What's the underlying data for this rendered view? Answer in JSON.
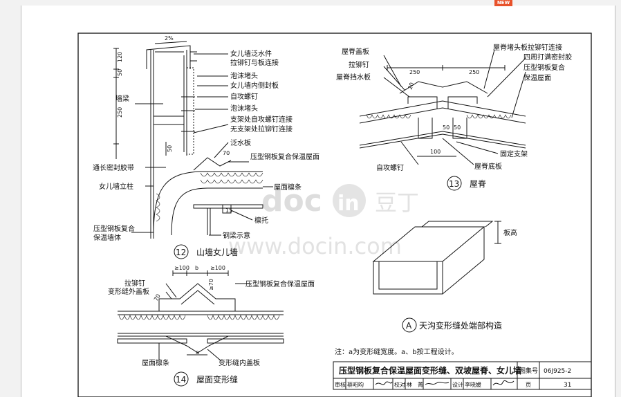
{
  "viewer": {
    "badge": "NEW"
  },
  "watermark": {
    "brand_latin": "doc",
    "brand_in": "in",
    "brand_cn": "豆丁",
    "url": "www.docin.com"
  },
  "detail12": {
    "number": "12",
    "title": "山墙女儿墙",
    "slope": "2%",
    "labels": {
      "flashing": "女儿墙泛水件",
      "rivet_conn": "拉铆钉与板连接",
      "foam_plug1": "泡沫堵头",
      "inner_seal": "女儿墙内侧封板",
      "self_screw": "自攻螺钉",
      "foam_plug2": "泡沫堵头",
      "wall_beam": "墙梁",
      "bracket_screw": "支架处自攻螺钉连接",
      "no_bracket_rivet": "无支架处拉铆钉连接",
      "flashing_board": "泛水板",
      "roof_panel": "压型钢板复合保温屋面",
      "sealant_tape": "通长密封胶带",
      "parapet_post": "女儿墙立柱",
      "purlin": "屋面檩条",
      "purlin_support": "檩托",
      "steel_beam": "钢梁示意",
      "wall_panel_a": "压型钢板复合",
      "wall_panel_b": "保温墙体"
    },
    "dims": {
      "d120": "120",
      "d50a": "50",
      "d250": "250",
      "d50b": "50",
      "d70": "70",
      "d15": "15"
    }
  },
  "detail13": {
    "number": "13",
    "title": "屋脊",
    "labels": {
      "ridge_cover": "屋脊盖板",
      "rivet": "拉铆钉",
      "ridge_stop": "屋脊挡水板",
      "end_plate_rivet": "屋脊堵头板拉铆钉连接",
      "sealant_around": "四周打满密封胶",
      "roof_panel_a": "压型钢板复合",
      "roof_panel_b": "保温屋面",
      "self_screw": "自攻螺钉",
      "ridge_base": "屋脊底板",
      "fixed_bracket": "固定支架"
    },
    "dims": {
      "d250a": "250",
      "d250b": "250",
      "d20": "20",
      "d50a": "50",
      "d50b": "50",
      "d100": "100"
    }
  },
  "detailA": {
    "letter": "A",
    "title": "天沟变形缝处端部构造",
    "labels": {
      "plate_height": "板高"
    }
  },
  "detail14": {
    "number": "14",
    "title": "屋面变形缝",
    "labels": {
      "rivet": "拉铆钉",
      "outer_cover": "变形缝外盖板",
      "roof_panel": "压型钢板复合保温屋面",
      "purlin": "屋面檩条",
      "inner_cover": "变形缝内盖板"
    },
    "dims": {
      "ge100a": "≥100",
      "b": "b",
      "ge100b": "≥100",
      "d70a": "70",
      "d70b": "≥70",
      "a": "a"
    }
  },
  "note": "注：a为变形缝宽度。a、b按工程设计。",
  "title_block": {
    "title": "压型钢板复合保温屋面变形缝、双坡屋脊、女儿墙",
    "atlas_label": "图集号",
    "atlas_no": "06J925-2",
    "review_label": "审核",
    "reviewer": "蔡昭昀",
    "check_label": "校对",
    "checker": "林　菁",
    "design_label": "设计",
    "designer": "李晓媛",
    "page_label": "页",
    "page_no": "31"
  }
}
